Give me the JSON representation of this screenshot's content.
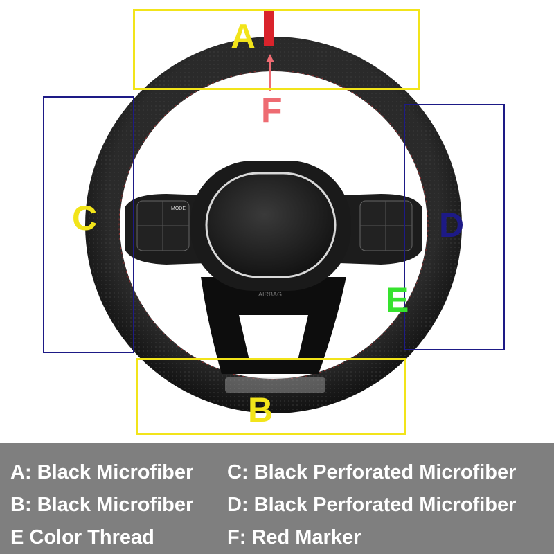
{
  "zones": {
    "a": "A",
    "b": "B",
    "c": "C",
    "d": "D",
    "e": "E",
    "f": "F"
  },
  "legend": {
    "items": [
      "A: Black Microfiber",
      "C: Black Perforated Microfiber",
      "B: Black Microfiber",
      "D: Black Perforated Microfiber",
      "E  Color Thread",
      "F: Red Marker"
    ]
  },
  "wheel_labels": {
    "mode_button": "MODE",
    "airbag": "AIRBAG"
  },
  "colors": {
    "highlight_yellow": "#f2e41a",
    "box_navy": "#1d1a86",
    "thread_green": "#36e22e",
    "marker_red": "#ee6b72",
    "legend_bg": "#7f7f7f"
  }
}
